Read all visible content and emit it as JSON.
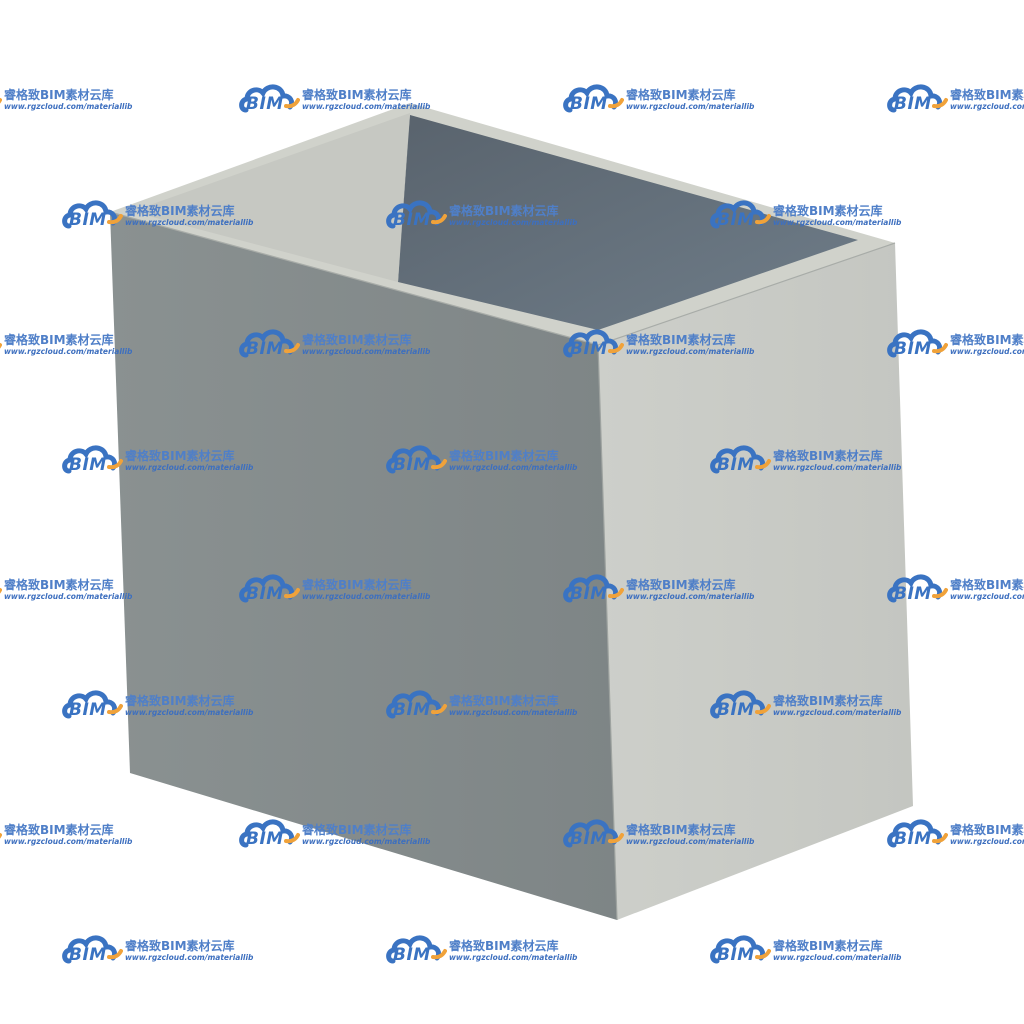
{
  "scene": {
    "subject": "open-top-box-3d-render",
    "colors": {
      "background": "#ffffff",
      "front_face": "#848b8b",
      "right_face": "#c9cbc6",
      "rim_top": "#d0d2cb",
      "rim_left_inner": "#c3c5bf",
      "inner_back_wall": "#5f6c78",
      "inner_left_wall": "#3f4a55",
      "edge": "#9ea3a0"
    }
  },
  "watermark": {
    "brand_text": "睿格致BIM素材云库",
    "logo_text": "BIM",
    "url_text": "www.rgzcloud.com/materiallib",
    "logo_blue": "#3a73c2",
    "logo_orange": "#f0a23a"
  }
}
